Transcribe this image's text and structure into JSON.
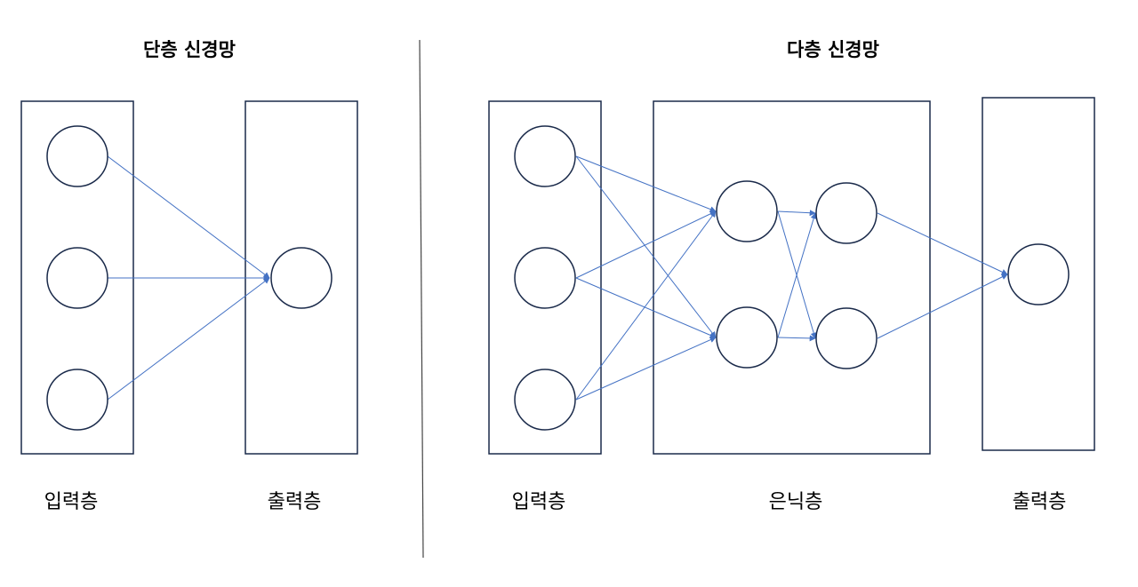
{
  "single_layer": {
    "title": "단층 신경망",
    "input_label": "입력층",
    "output_label": "출력층"
  },
  "multi_layer": {
    "title": "다층 신경망",
    "input_label": "입력층",
    "hidden_label": "은닉층",
    "output_label": "출력층"
  },
  "colors": {
    "box_border": "#1a2a4a",
    "node_border": "#1a2a4a",
    "arrow": "#4472c4",
    "divider": "#444444"
  }
}
